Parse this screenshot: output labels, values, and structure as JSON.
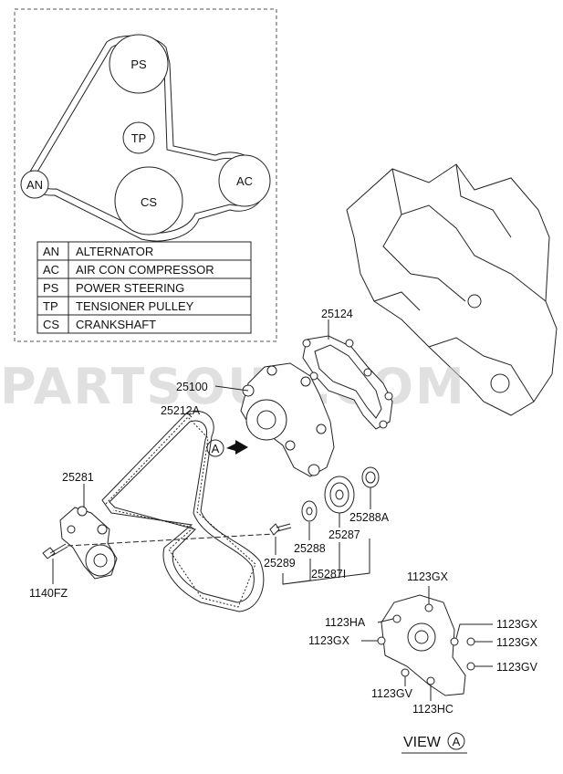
{
  "watermark": "PARTSOUQ.COM",
  "belt_routing": {
    "pulleys": [
      {
        "code": "PS"
      },
      {
        "code": "TP"
      },
      {
        "code": "AN"
      },
      {
        "code": "CS"
      },
      {
        "code": "AC"
      }
    ],
    "legend": [
      {
        "code": "AN",
        "name": "ALTERNATOR"
      },
      {
        "code": "AC",
        "name": "AIR CON COMPRESSOR"
      },
      {
        "code": "PS",
        "name": "POWER STEERING"
      },
      {
        "code": "TP",
        "name": "TENSIONER PULLEY"
      },
      {
        "code": "CS",
        "name": "CRANKSHAFT"
      }
    ]
  },
  "callouts": {
    "gasket": "25124",
    "water_pump": "25100",
    "belt": "25212A",
    "tensioner": "25281",
    "bolt": "1140FZ",
    "pulley_bolt": "25289",
    "washer": "25288",
    "idler_pulley": "25287",
    "cap": "25288A",
    "idler_assy": "25287I",
    "view_marker": "A"
  },
  "view_a": {
    "title": "VIEW",
    "marker": "A",
    "labels": {
      "gx_top": "1123GX",
      "ha": "1123HA",
      "gx_left": "1123GX",
      "gx_right1": "1123GX",
      "gx_right2": "1123GX",
      "gv_right": "1123GV",
      "gv_bottom": "1123GV",
      "hc": "1123HC"
    }
  }
}
